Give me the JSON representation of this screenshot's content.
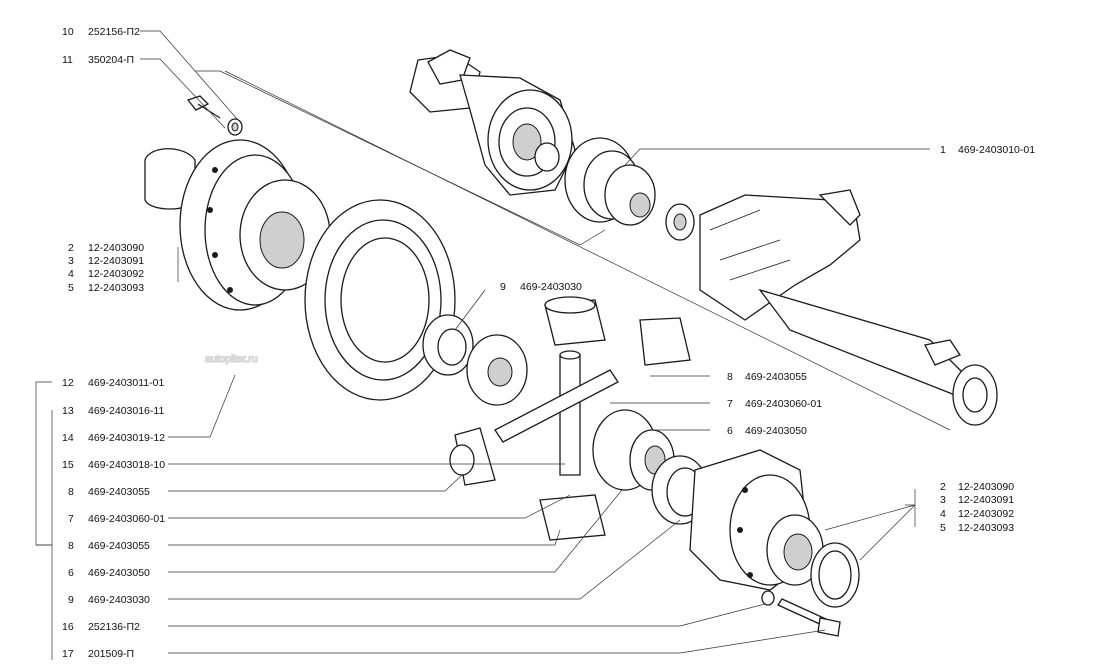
{
  "watermark": "autopiter.ru",
  "callouts": [
    {
      "num": "10",
      "code": "252156-П2"
    },
    {
      "num": "11",
      "code": "350204-П"
    },
    {
      "num": "1",
      "code": "469-2403010-01"
    },
    {
      "num": "2",
      "code": "12-2403090"
    },
    {
      "num": "3",
      "code": "12-2403091"
    },
    {
      "num": "4",
      "code": "12-2403092"
    },
    {
      "num": "5",
      "code": "12-2403093"
    },
    {
      "num": "9",
      "code": "469-2403030"
    },
    {
      "num": "8",
      "code": "469-2403055"
    },
    {
      "num": "7",
      "code": "469-2403060-01"
    },
    {
      "num": "6",
      "code": "469-2403050"
    },
    {
      "num": "12",
      "code": "469-2403011-01"
    },
    {
      "num": "13",
      "code": "469-2403016-11"
    },
    {
      "num": "14",
      "code": "469-2403019-12"
    },
    {
      "num": "15",
      "code": "469-2403018-10"
    },
    {
      "num": "8",
      "code": "469-2403055"
    },
    {
      "num": "7",
      "code": "469-2403060-01"
    },
    {
      "num": "8",
      "code": "469-2403055"
    },
    {
      "num": "6",
      "code": "469-2403050"
    },
    {
      "num": "9",
      "code": "469-2403030"
    },
    {
      "num": "16",
      "code": "252136-П2"
    },
    {
      "num": "17",
      "code": "201509-П"
    },
    {
      "num": "2",
      "code": "12-2403090"
    },
    {
      "num": "3",
      "code": "12-2403091"
    },
    {
      "num": "4",
      "code": "12-2403092"
    },
    {
      "num": "5",
      "code": "12-2403093"
    }
  ]
}
